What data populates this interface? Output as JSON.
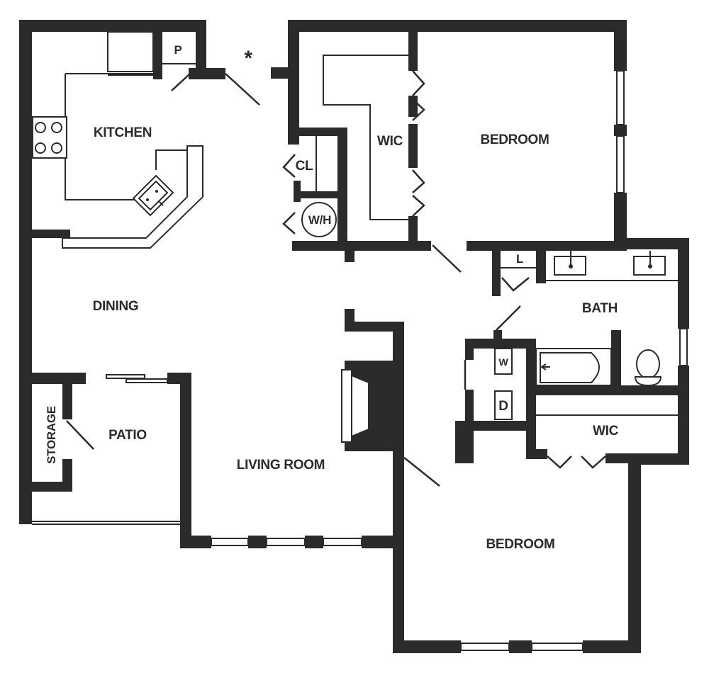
{
  "rooms": {
    "kitchen": "KITCHEN",
    "pantry": "P",
    "dining": "DINING",
    "storage": "STORAGE",
    "patio": "PATIO",
    "living_room": "LIVING ROOM",
    "closet": "CL",
    "water_heater": "W/H",
    "wic_top": "WIC",
    "bedroom_top": "BEDROOM",
    "linen": "L",
    "bath": "BATH",
    "washer": "W",
    "dryer": "D",
    "wic_bottom": "WIC",
    "bedroom_bottom": "BEDROOM"
  },
  "entry_marker": "*"
}
